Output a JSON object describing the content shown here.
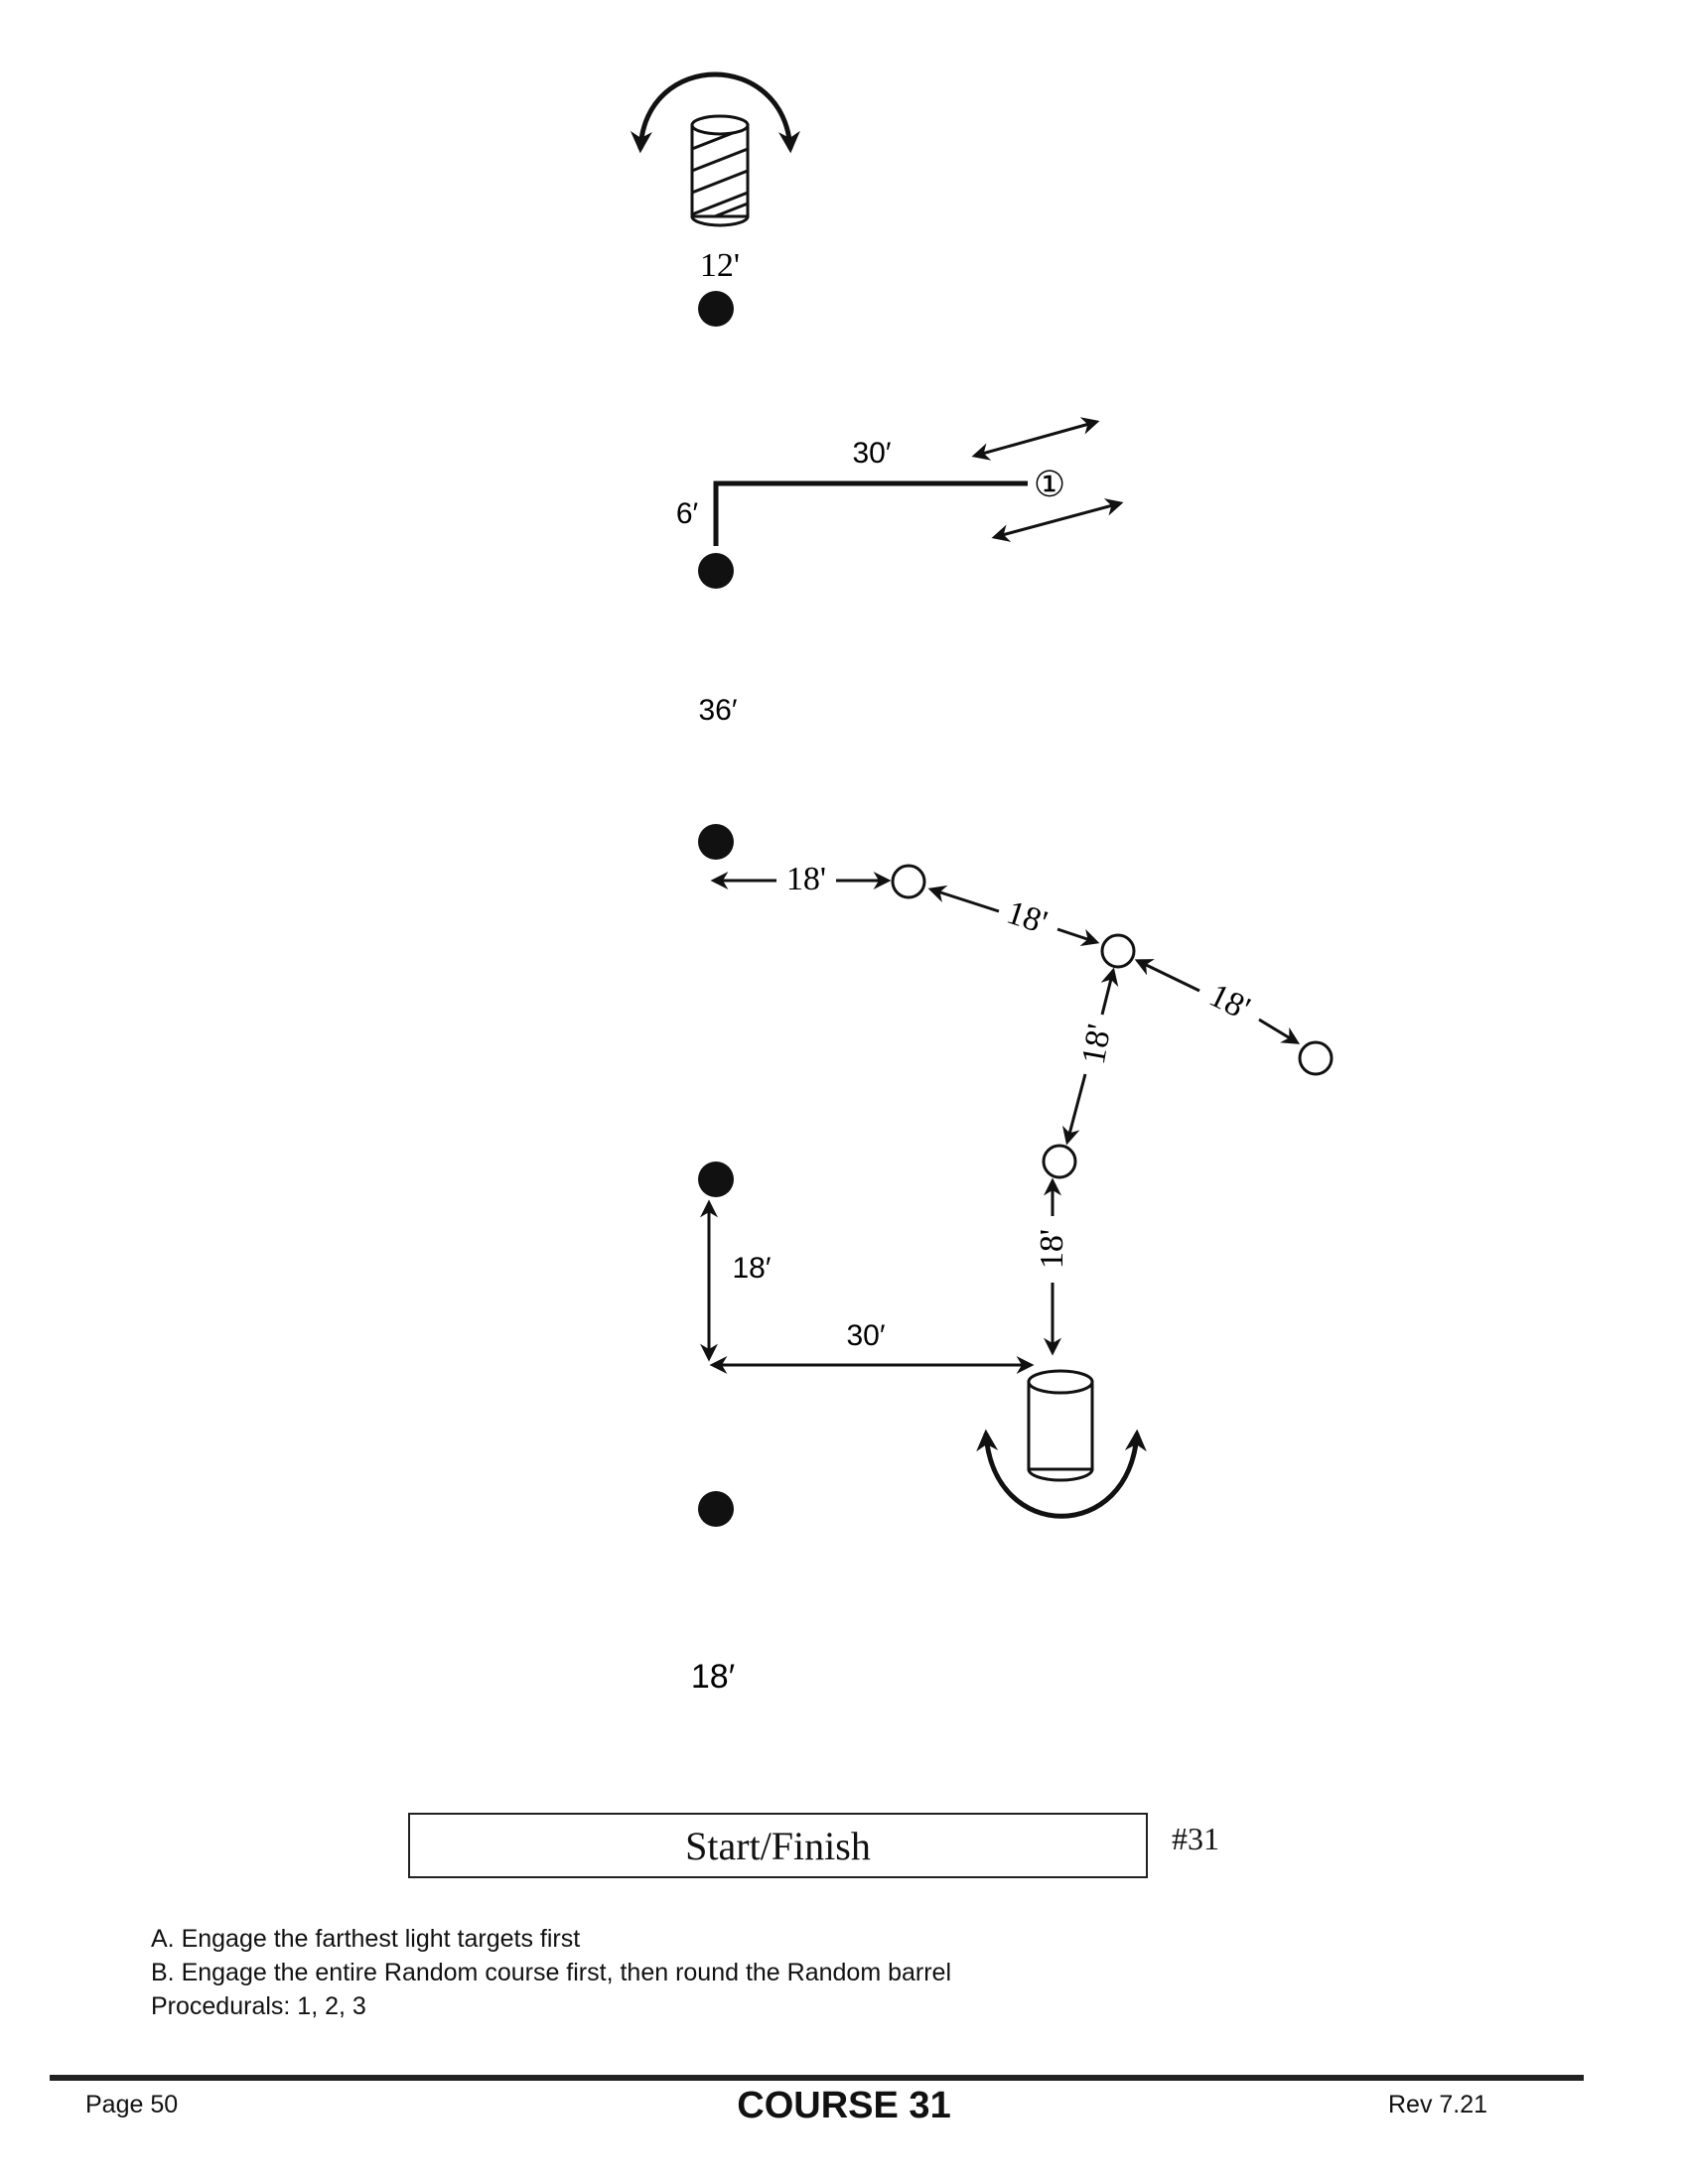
{
  "diagram": {
    "labels": {
      "barrel_top_distance": "12'",
      "fence_length": "30′",
      "fence_height": "6′",
      "target_number": "①",
      "cone_gap": "36′",
      "random_1": "18'",
      "random_2": "18'",
      "random_3": "18'",
      "random_4": "18'",
      "random_5": "18'",
      "lower_vertical": "18′",
      "lower_horizontal": "30′",
      "bottom_gap": "18′"
    },
    "icons": {
      "solid_cone": "filled-circle",
      "light_target": "open-circle",
      "striped_barrel": "striped-barrel-icon",
      "random_barrel": "plain-barrel-icon"
    },
    "colors": {
      "ink": "#111111",
      "paper": "#ffffff"
    }
  },
  "start_finish": {
    "label": "Start/Finish",
    "course_number": "#31"
  },
  "notes": [
    "A. Engage the farthest light targets first",
    "B. Engage the entire Random course first, then round the Random barrel",
    "Procedurals:  1, 2, 3"
  ],
  "footer": {
    "page": "Page 50",
    "title": "COURSE 31",
    "revision": "Rev 7.21"
  }
}
